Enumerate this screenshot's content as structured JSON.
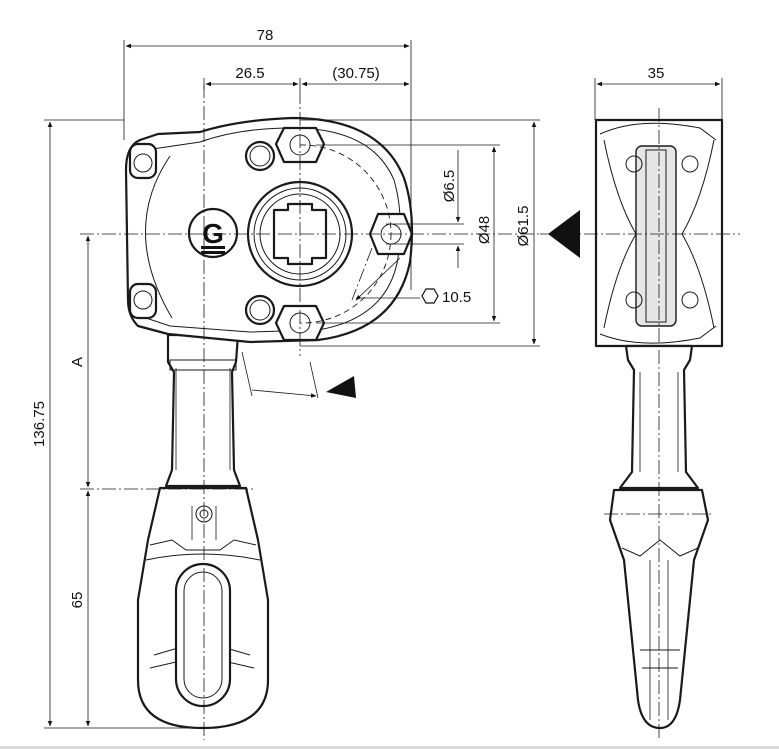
{
  "dimensions": {
    "overall_width": "78",
    "left_offset": "26.5",
    "right_offset": "(30.75)",
    "side_width": "35",
    "hole_diameter": "Ø6.5",
    "bolt_circle": "Ø48",
    "body_diameter": "Ø61.5",
    "hex_size": "10.5",
    "overall_height": "136.75",
    "variable_height": "A",
    "eye_height": "65"
  },
  "logo": {
    "letter": "G"
  }
}
